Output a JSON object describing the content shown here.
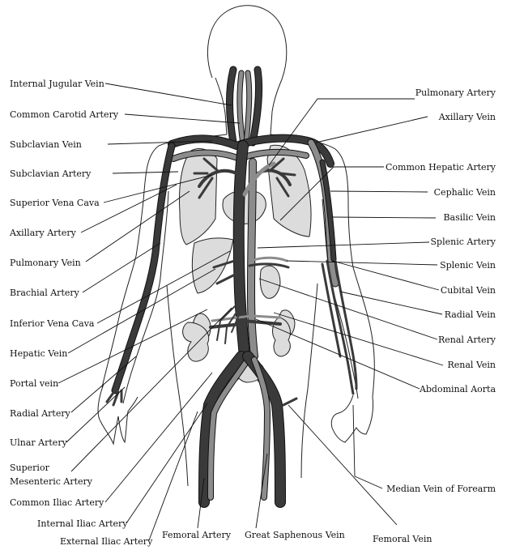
{
  "labels": {
    "internal_jugular_vein": "Internal Jugular Vein",
    "common_carotid_artery": "Common Carotid Artery",
    "subclavian_vein": "Subclavian Vein",
    "subclavian_artery": "Subclavian Artery",
    "superior_vena_cava": "Superior Vena Cava",
    "axillary_artery": "Axillary Artery",
    "pulmonary_vein": "Pulmonary Vein",
    "brachial_artery": "Brachial Artery",
    "inferior_vena_cava": "Inferior Vena Cava",
    "hepatic_vein": "Hepatic Vein",
    "portal_vein": "Portal vein",
    "radial_artery": "Radial Artery",
    "ulnar_artery": "Ulnar Artery",
    "superior_mesenteric_artery_line1": "Superior",
    "superior_mesenteric_artery_line2": "Mesenteric Artery",
    "common_iliac_artery": "Common Iliac Artery",
    "internal_iliac_artery": "Internal Iliac Artery",
    "external_iliac_artery": "External Iliac Artery",
    "femoral_artery": "Femoral Artery",
    "great_saphenous_vein": "Great Saphenous Vein",
    "femoral_vein": "Femoral Vein",
    "median_vein_of_forearm": "Median Vein of Forearm",
    "abdominal_aorta": "Abdominal Aorta",
    "renal_vein": "Renal Vein",
    "renal_artery": "Renal Artery",
    "radial_vein": "Radial Vein",
    "cubital_vein": "Cubital Vein",
    "splenic_vein": "Splenic Vein",
    "splenic_artery": "Splenic Artery",
    "basilic_vein": "Basilic Vein",
    "cephalic_vein": "Cephalic Vein",
    "common_hepatic_artery": "Common Hepatic Artery",
    "axillary_vein": "Axillary Vein",
    "pulmonary_artery": "Pulmonary Artery"
  },
  "colors": {
    "vein": "#3a3a3a",
    "artery": "#8c8c8c",
    "organ": "#dcdcdc",
    "line": "#111111"
  }
}
